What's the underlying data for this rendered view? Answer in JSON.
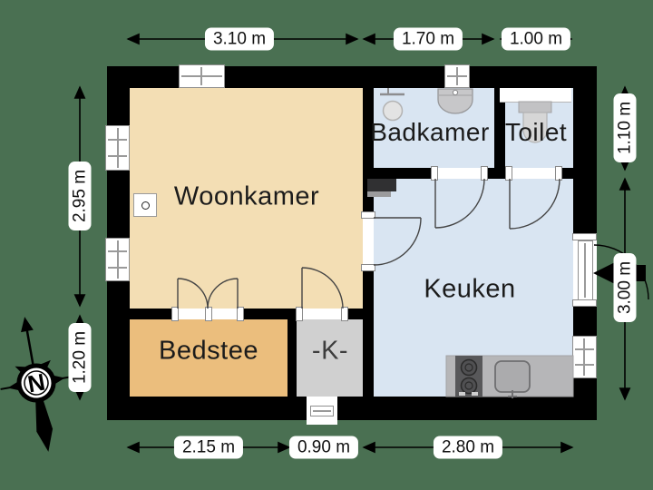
{
  "plan": {
    "type": "floorplan",
    "rooms": [
      {
        "id": "woonkamer",
        "label": "Woonkamer",
        "color": "#F3DEB4"
      },
      {
        "id": "badkamer",
        "label": "Badkamer",
        "color": "#D9E5F2"
      },
      {
        "id": "toilet",
        "label": "Toilet",
        "color": "#D9E5F2"
      },
      {
        "id": "keuken",
        "label": "Keuken",
        "color": "#D9E5F2"
      },
      {
        "id": "bedstee",
        "label": "Bedstee",
        "color": "#EBBE7D"
      },
      {
        "id": "kast",
        "label": "-K-",
        "color": "#D0D0D0"
      }
    ],
    "dimensions": {
      "top": [
        "3.10 m",
        "1.70 m",
        "1.00 m"
      ],
      "bottom": [
        "2.15 m",
        "0.90 m",
        "2.80 m"
      ],
      "left": [
        "2.95 m",
        "1.20 m"
      ],
      "right": [
        "1.10 m",
        "3.00 m"
      ]
    },
    "compass": {
      "label": "N"
    },
    "colors": {
      "background": "#4A7052",
      "wall": "#000000",
      "counter": "#B6B6B8",
      "label_background": "#FFFFFF"
    }
  }
}
